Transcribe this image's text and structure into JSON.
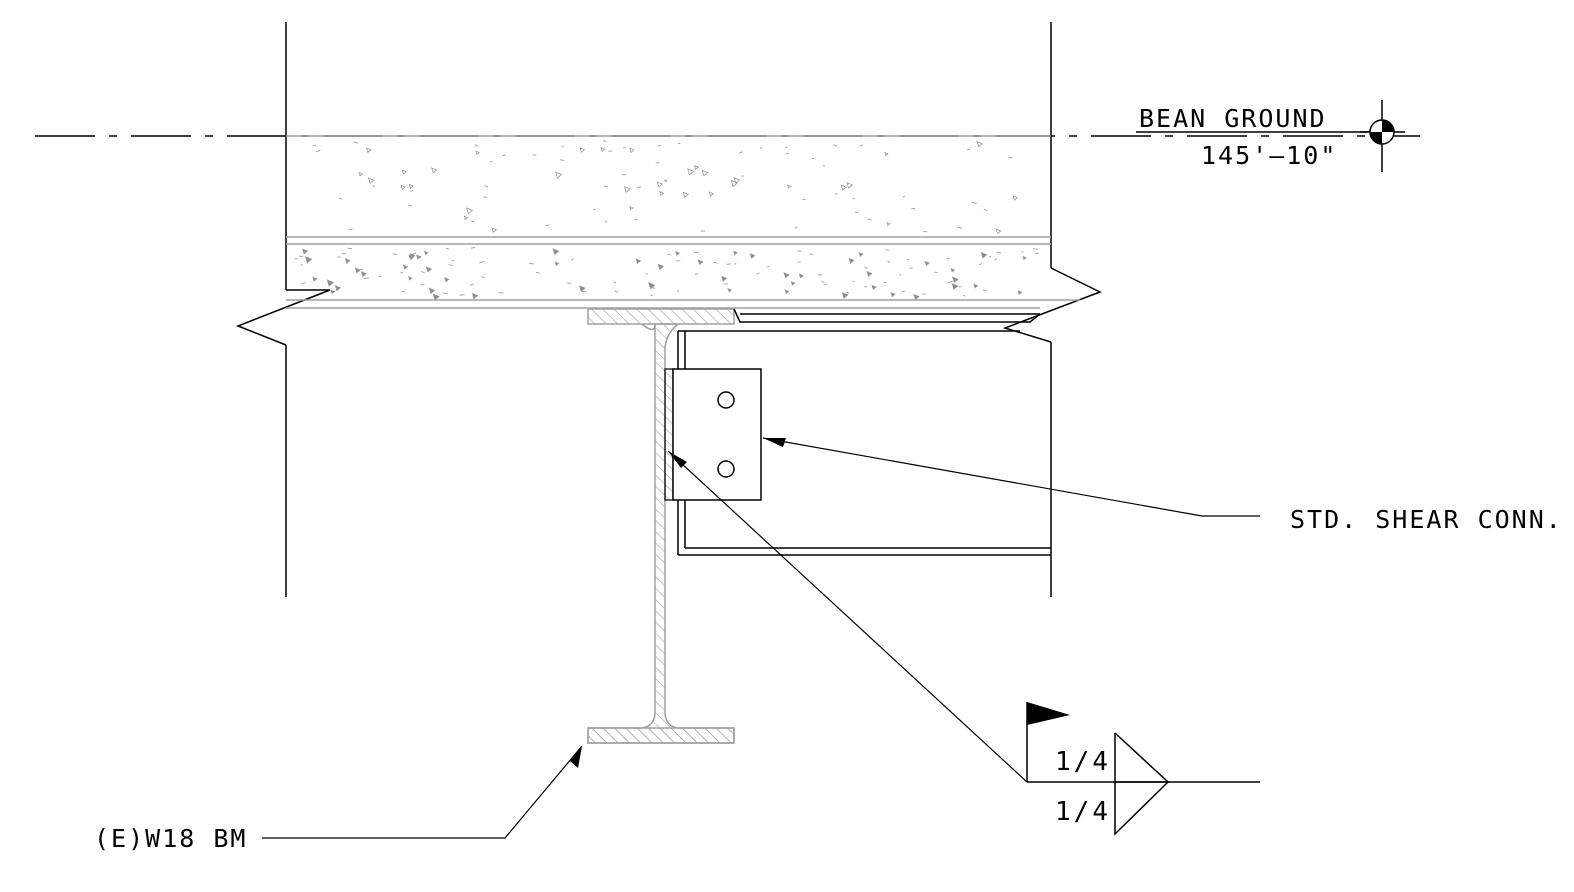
{
  "drawing": {
    "elevation_marker": {
      "label": "BEAN GROUND",
      "elevation": "145'–10\""
    },
    "callouts": {
      "shear_connection": "STD. SHEAR CONN.",
      "existing_beam": "(E)W18 BM"
    },
    "weld_symbol": {
      "arrow_side_size": "1/4",
      "other_side_size": "1/4",
      "field_weld_flag": true
    },
    "symbols": [
      "elevation-target-icon",
      "field-weld-flag-icon",
      "fillet-weld-icon"
    ]
  }
}
